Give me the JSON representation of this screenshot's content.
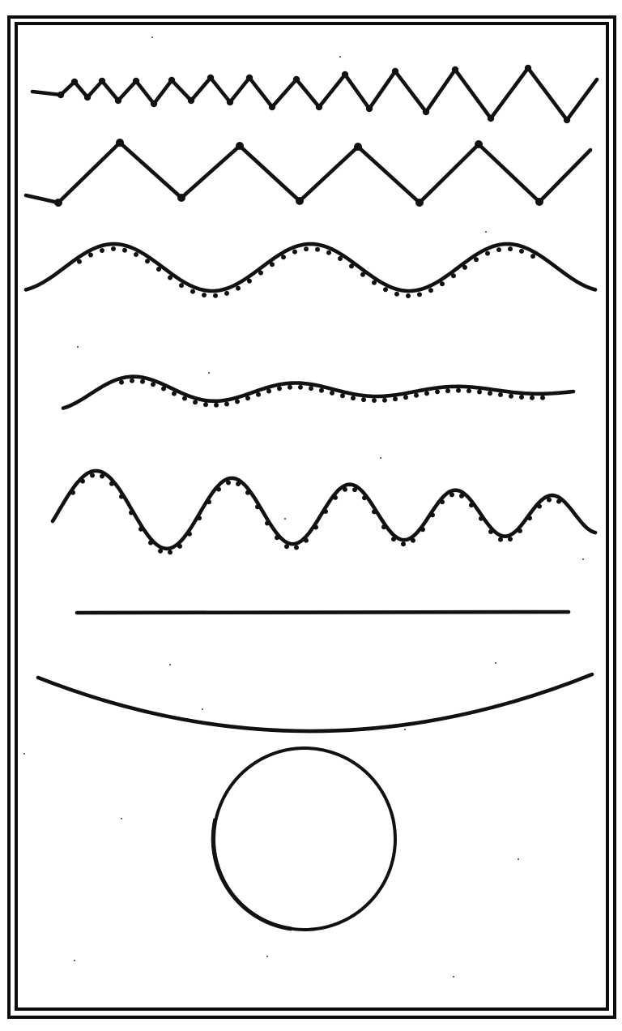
{
  "figure": {
    "kind": "line-drawing-plate",
    "ink_color": "#111111",
    "paper_color": "#ffffff",
    "has_double_border": true,
    "printed_text": [],
    "elements": [
      {
        "name": "zigzag-fine",
        "shape": "zigzag with increasing period and amplitude, dots at vertices"
      },
      {
        "name": "zigzag-coarse",
        "shape": "regular large zigzag, dots at vertices"
      },
      {
        "name": "sine-wave-large",
        "shape": "smooth wave with dotted trace below the line"
      },
      {
        "name": "damped-wave",
        "shape": "smooth wave decreasing in amplitude, dotted trace"
      },
      {
        "name": "varying-wave",
        "shape": "wave with decreasing period and amplitude, dotted trace"
      },
      {
        "name": "straight-line",
        "shape": "horizontal straight line"
      },
      {
        "name": "gentle-arc",
        "shape": "shallow downward-bulging arc"
      },
      {
        "name": "circle",
        "shape": "circle"
      }
    ]
  }
}
